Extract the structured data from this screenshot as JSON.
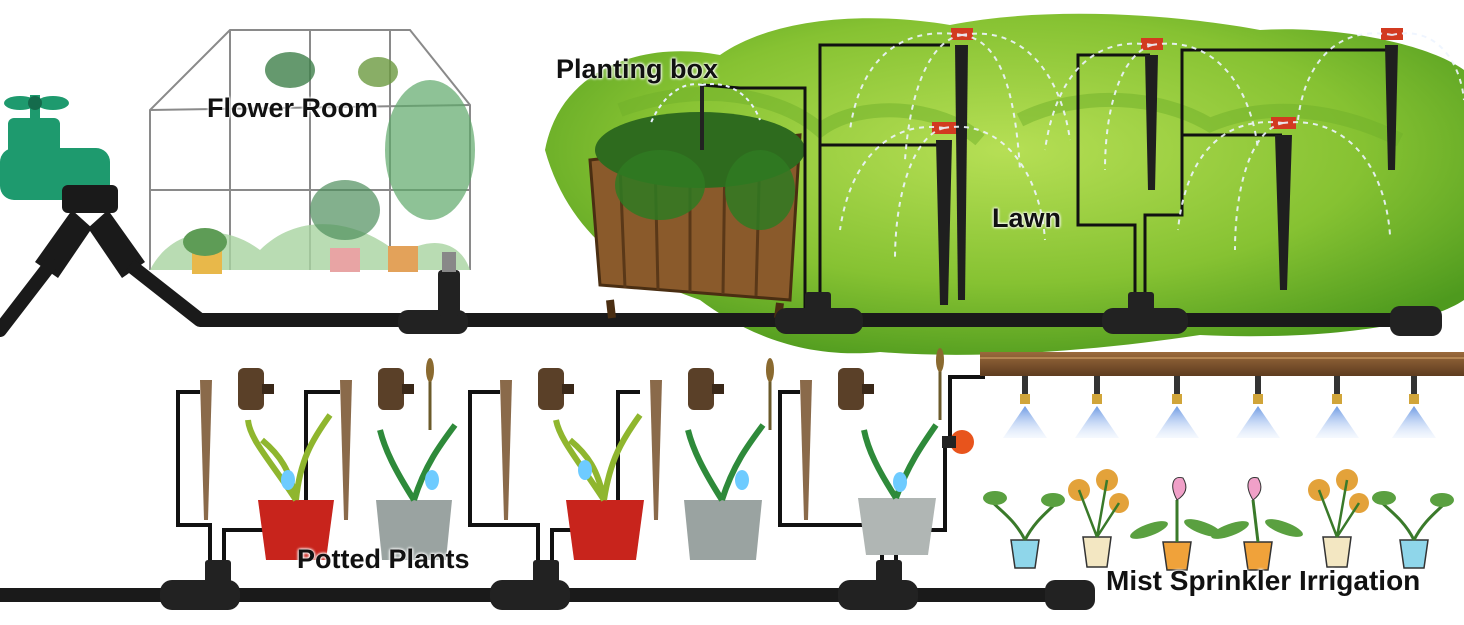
{
  "labels": {
    "flower_room": "Flower Room",
    "planting_box": "Planting box",
    "lawn": "Lawn",
    "potted_plants": "Potted Plants",
    "mist_sprinkler": "Mist Sprinkler Irrigation"
  },
  "colors": {
    "tube": "#1a1a1a",
    "faucet": "#1e9a6e",
    "lawn_light": "#9ccf3c",
    "lawn_dark": "#3f8f1a",
    "box_wood": "#8a5a2b",
    "stake_red": "#d23a20",
    "pot_red": "#c8241c",
    "pot_grey": "#9aa3a1",
    "mist_blue": "#8fb8ef",
    "beam_wood": "#7a5230"
  },
  "icons": [
    "faucet-icon",
    "y-splitter-icon",
    "greenhouse-icon",
    "planting-box-icon",
    "sprinkler-stake-icon",
    "dripper-stake-icon",
    "mist-nozzle-icon",
    "end-plug-icon",
    "ball-valve-icon"
  ]
}
